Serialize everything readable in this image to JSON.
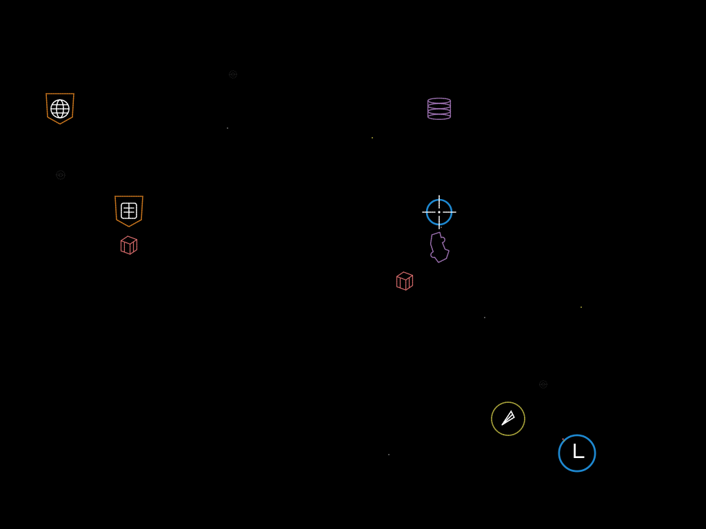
{
  "background_color": "#000000",
  "colors": {
    "orange": "#c9751d",
    "white": "#ffffff",
    "purple": "#9a6fae",
    "blue": "#1e88d0",
    "salmon": "#d46a6a",
    "olive": "#a7a23a",
    "dim": "#6e6e6e"
  },
  "sprites": [
    {
      "name": "dim-flower-sprite-icon",
      "kind": "dim",
      "faint": true
    },
    {
      "name": "shield-globe-sprite-icon",
      "kind": "shield-globe"
    },
    {
      "name": "dim-ring-sprite-icon",
      "kind": "dim",
      "faint": true
    },
    {
      "name": "shield-scroll-sprite-icon",
      "kind": "shield-globe",
      "variant": "scroll"
    },
    {
      "name": "cube-sprite-icon",
      "kind": "cube"
    },
    {
      "name": "database-stack-sprite-icon",
      "kind": "database"
    },
    {
      "name": "crosshair-target-sprite-icon",
      "kind": "crosshair"
    },
    {
      "name": "puzzle-piece-sprite-icon",
      "kind": "puzzle"
    },
    {
      "name": "cube-sprite-icon",
      "kind": "cube"
    },
    {
      "name": "dim-device-sprite-icon",
      "kind": "dim",
      "faint": true
    },
    {
      "name": "compass-sprite-icon",
      "kind": "compass"
    },
    {
      "name": "clock-sprite-icon",
      "kind": "clock"
    }
  ]
}
